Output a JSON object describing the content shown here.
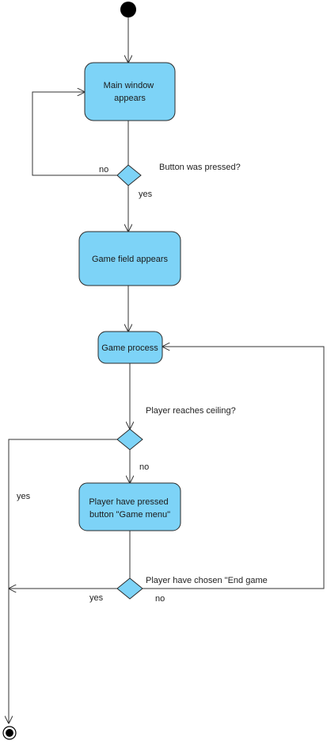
{
  "colors": {
    "node_fill": "#7dd3f7",
    "node_stroke": "#2b2b2b",
    "line": "#333333",
    "text": "#1a1a1a"
  },
  "nodes": {
    "main_window": {
      "line1": "Main window",
      "line2": "appears"
    },
    "game_field": {
      "label": "Game field appears"
    },
    "game_process": {
      "label": "Game process"
    },
    "game_menu": {
      "line1": "Player have pressed",
      "line2": "button \"Game menu\""
    }
  },
  "decisions": {
    "button_pressed": {
      "question": "Button was pressed?",
      "no": "no",
      "yes": "yes"
    },
    "reaches_ceiling": {
      "question": "Player reaches ceiling?",
      "no": "no",
      "yes": "yes"
    },
    "end_game": {
      "question": "Player have chosen \"End game",
      "yes": "yes",
      "no": "no"
    }
  }
}
